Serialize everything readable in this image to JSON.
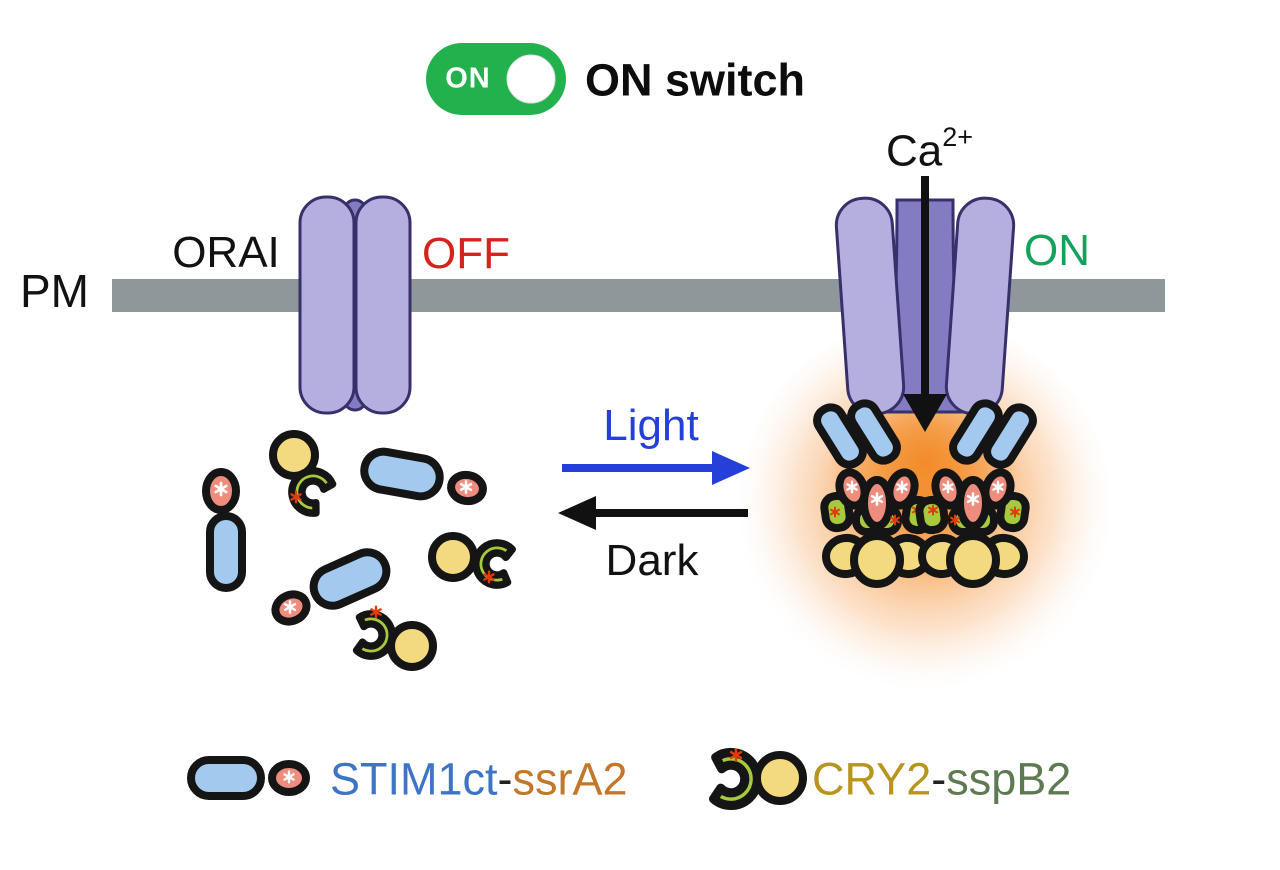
{
  "switch": {
    "state_label": "ON",
    "title": "ON switch"
  },
  "labels": {
    "membrane": "PM",
    "channel": "ORAI",
    "off_state": "OFF",
    "on_state": "ON",
    "ion": "Ca",
    "ion_charge": "2+",
    "light": "Light",
    "dark": "Dark"
  },
  "legend": {
    "stim": {
      "name": "STIM1ct",
      "sep": "-",
      "tag": "ssrA2"
    },
    "cry": {
      "name": "CRY2",
      "sep": "-",
      "tag": "sspB2"
    }
  },
  "colors": {
    "toggle_green": "#23B14D",
    "membrane_gray": "#8E979A",
    "channel_purple": "#B5AFDF",
    "channel_pore": "#837CC2",
    "channel_outline": "#37306B",
    "stim_blue": "#A3C9EE",
    "ssra_salmon": "#EE8D7D",
    "cry_yellow": "#F4DA7E",
    "sspb_green": "#A6C93E",
    "outline_black": "#151515",
    "glow_orange": "#F6953A",
    "off_red": "#D6221C",
    "on_green": "#12A35B",
    "light_blue": "#2440D8",
    "ink_black": "#121212",
    "stim_text_blue": "#3D74C5",
    "ssra_text_orange": "#C2772A",
    "cry_text_gold": "#B8951D",
    "sspb_text_green": "#5E7A52"
  }
}
